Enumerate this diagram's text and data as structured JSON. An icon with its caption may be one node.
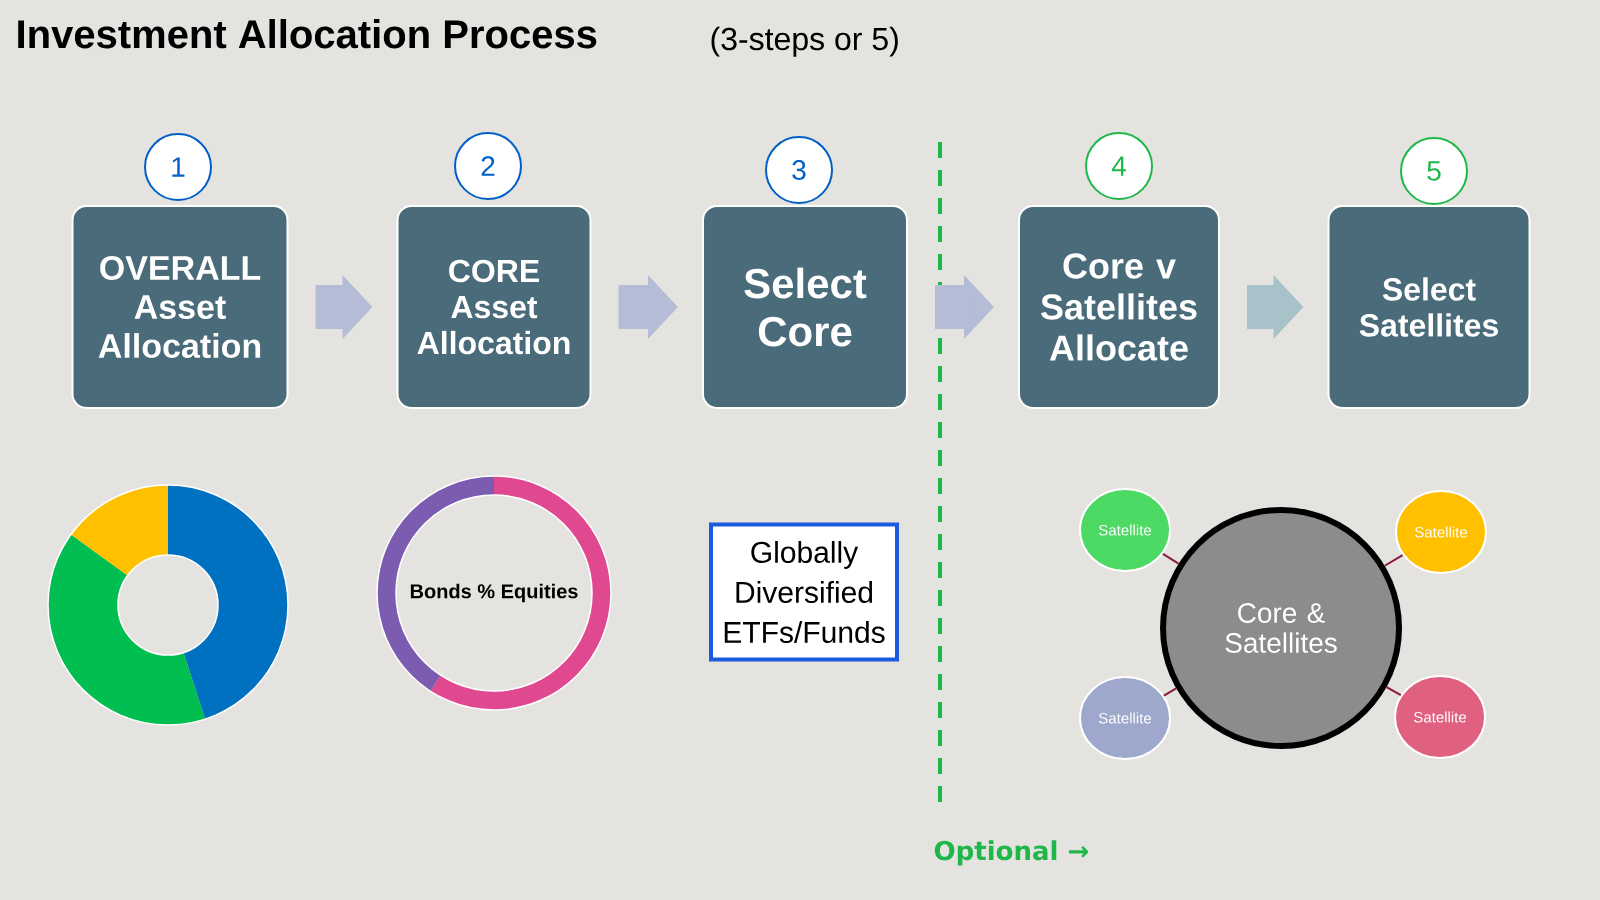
{
  "diagram": {
    "title": "Investment Allocation Process",
    "nodes": [
      {
        "text": [
          "1"
        ]
      },
      {
        "text": [
          "2"
        ]
      },
      {
        "text": [
          "3"
        ]
      },
      {
        "text": [
          "4"
        ]
      },
      {
        "text": [
          "5"
        ]
      },
      {
        "text": [
          "**OVERALL** Asset Allocation"
        ]
      },
      {
        "text": [
          "CORE Asset Allocation"
        ]
      },
      {
        "text": [
          "Select Core"
        ]
      },
      {
        "text": [
          "Core v Satellites Allocate"
        ]
      },
      {
        "text": [
          "Select Satellites"
        ]
      },
      {
        "text": [
          "Bonds % Equities"
        ]
      },
      {
        "text": [
          "Globally Diversified ETFs/Funds"
        ]
      },
      {
        "text": [
          "Satellite"
        ]
      },
      {
        "text": [
          "Satellite"
        ]
      },
      {
        "text": [
          "Core & Satellites"
        ]
      },
      {
        "text": [
          "Satellite"
        ]
      },
      {
        "text": [
          "Satellite"
        ]
      }
    ],
    "edges": [
      {
        "from": 5,
        "to": 6,
        "arrow": "to",
        "style": "thick",
        "color": "#b4bcd6"
      },
      {
        "from": 6,
        "to": 7,
        "arrow": "to",
        "style": "thick",
        "color": "#b4bcd6"
      },
      {
        "from": 7,
        "to": 8,
        "arrow": "to",
        "style": "thick",
        "color": "#b4bcd6"
      },
      {
        "from": 8,
        "to": 9,
        "arrow": "to",
        "style": "thick",
        "color": "#a9c2c9"
      },
      {
        "from": 14,
        "to": 12,
        "arrow": "none",
        "color": "#8b1a3a"
      },
      {
        "from": 14,
        "to": 13,
        "arrow": "none",
        "color": "#8b1a3a"
      },
      {
        "from": 14,
        "to": 15,
        "arrow": "none",
        "color": "#8b1a3a"
      },
      {
        "from": 14,
        "to": 16,
        "arrow": "none",
        "color": "#8b1a3a"
      }
    ],
    "labels": [
      "(3-steps or 5)",
      "Optional →"
    ]
  }
}
